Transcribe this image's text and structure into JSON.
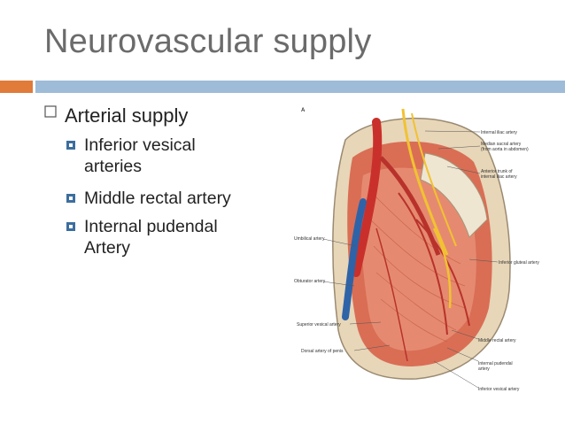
{
  "slide": {
    "title": "Neurovascular supply",
    "bullet": "Arterial supply",
    "sub_items": [
      "Inferior vesical arteries",
      "Middle rectal artery",
      "Internal pudendal Artery"
    ]
  },
  "figure": {
    "panel_letter": "A",
    "labels": {
      "internal_iliac": "Internal iliac artery",
      "median_sacral": "Median sacral artery",
      "median_sacral_note": "(from aorta in abdomen)",
      "anterior_trunk": "Anterior trunk of",
      "anterior_trunk_2": "internal iliac artery",
      "umbilical": "Umbilical artery",
      "obturator": "Obturator artery",
      "inferior_gluteal": "Inferior gluteal artery",
      "superior_vesical": "Superior vesical artery",
      "dorsal_penis": "Dorsal artery of penis",
      "middle_rectal": "Middle rectal artery",
      "internal_pudendal": "Internal pudendal",
      "internal_pudendal_2": "artery",
      "inferior_vesical": "Inferior vesical artery"
    }
  }
}
